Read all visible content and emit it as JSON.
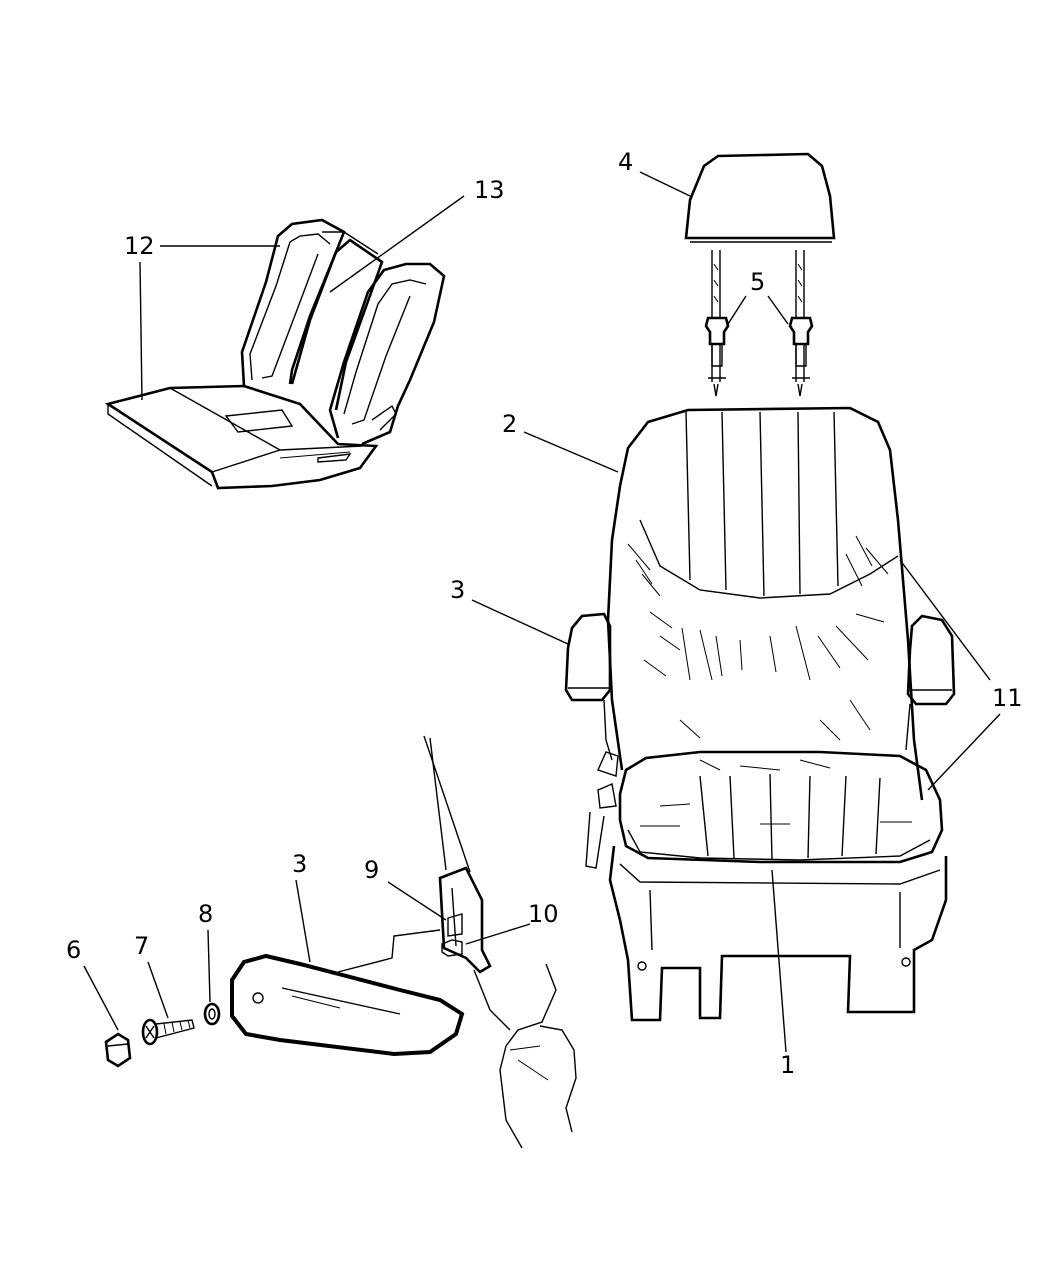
{
  "diagram": {
    "callouts": {
      "c1": "1",
      "c2": "2",
      "c3a": "3",
      "c3b": "3",
      "c4": "4",
      "c5": "5",
      "c6": "6",
      "c7": "7",
      "c8": "8",
      "c9": "9",
      "c10": "10",
      "c11": "11",
      "c12": "12",
      "c13": "13"
    }
  }
}
